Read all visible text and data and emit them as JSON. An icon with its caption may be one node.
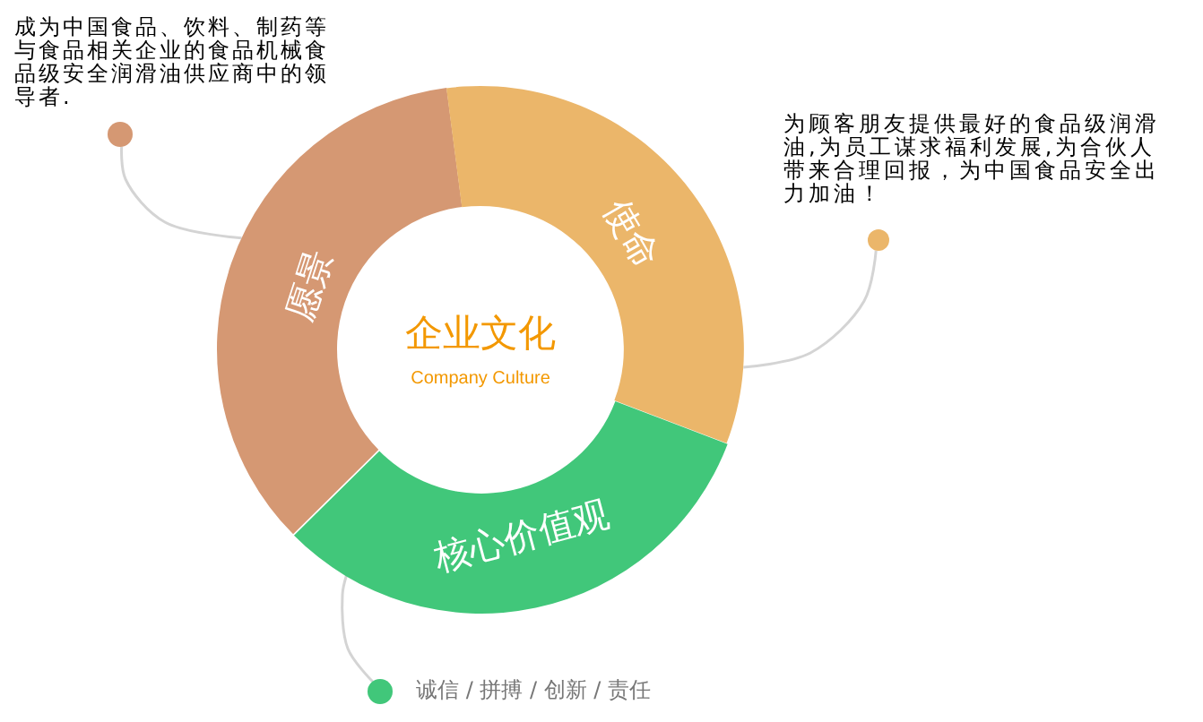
{
  "diagram": {
    "nodes": [
      {
        "text": [],
        "shape": "circle"
      },
      {
        "text": [],
        "shape": "circle",
        "beside": [
          "为顾客朋友提供最好的食品级润滑油,为员工谋求福利发展,为合伙人带来合理回报，为中国食品安全出力加油！"
        ]
      },
      {
        "text": [
          "愿景"
        ]
      },
      {
        "text": [
          "使命"
        ]
      },
      {
        "text": [
          "企业文化",
          "Company Culture"
        ]
      },
      {
        "text": [
          "核心价值观"
        ]
      },
      {
        "text": [],
        "shape": "circle",
        "beside": [
          "诚信 / 拼搏 / 创新 / 责任"
        ]
      }
    ],
    "edges": [
      {
        "from": 0,
        "to": 2,
        "arrow": "none"
      },
      {
        "from": 1,
        "to": 3,
        "arrow": "none"
      },
      {
        "from": 6,
        "to": 5,
        "arrow": "none"
      }
    ],
    "labels": [
      "成为中国食品、饮料、制药等与食品相关企业的食品机械食品级安全润滑油供应商中的领导者."
    ]
  }
}
